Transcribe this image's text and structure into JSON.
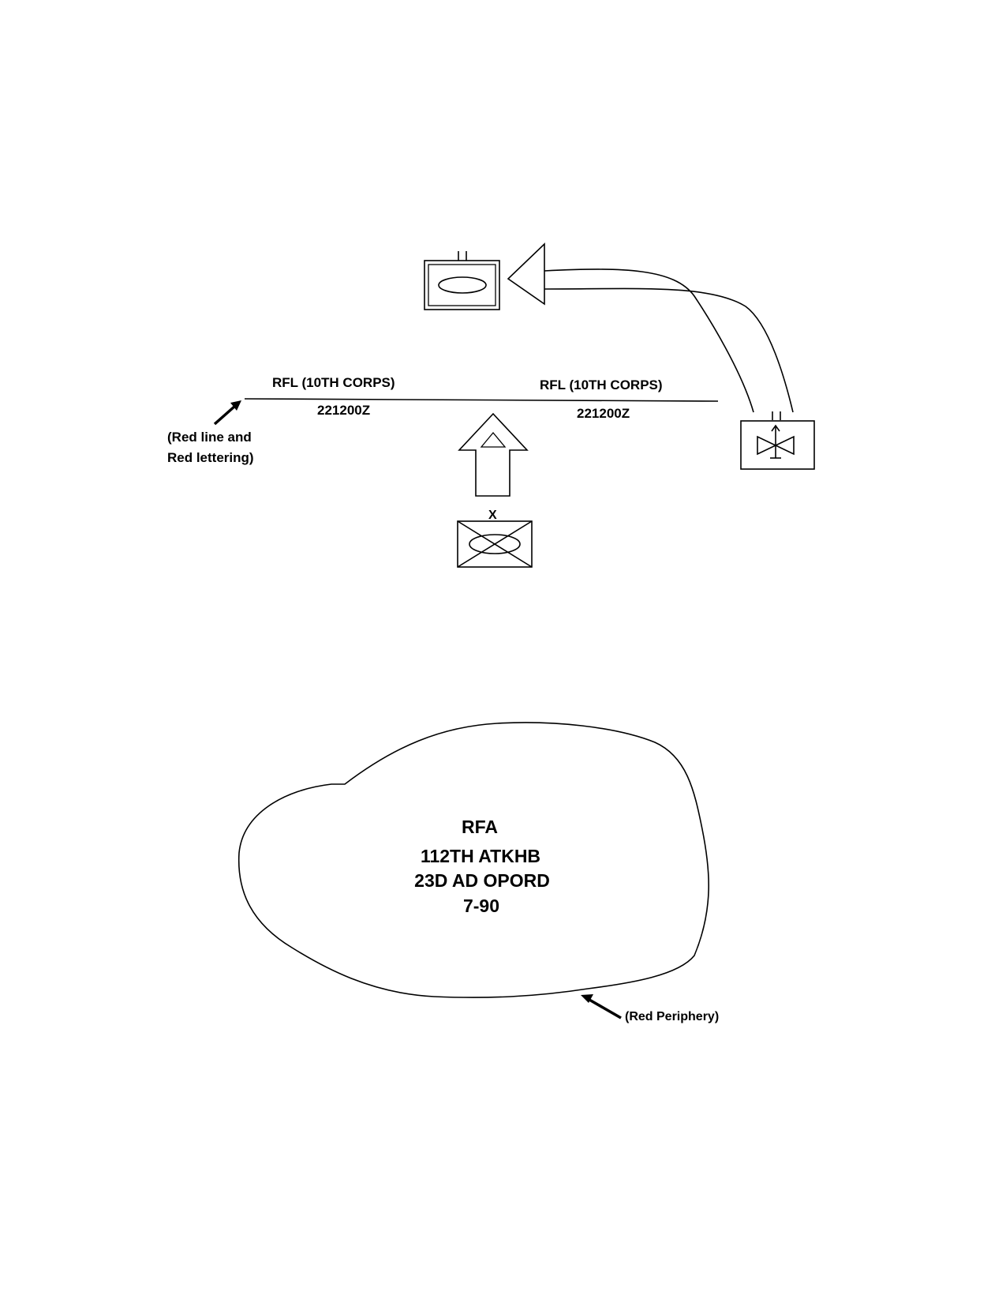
{
  "rfl_section": {
    "label_left": "RFL (10TH CORPS)",
    "label_right": "RFL (10TH CORPS)",
    "dtg_left": "221200Z",
    "dtg_right": "221200Z",
    "note_line1": "(Red line and",
    "note_line2": "Red lettering)"
  },
  "units": {
    "brigade_size_marker": "X"
  },
  "rfa_section": {
    "title": "RFA",
    "line1": "112TH ATKHB",
    "line2": "23D AD OPORD",
    "line3": "7-90",
    "note": "(Red Periphery)"
  },
  "icons": {
    "top_unit": "armor-unit-symbol-icon",
    "right_unit": "signal-radar-unit-symbol-icon",
    "bottom_unit": "armor-brigade-symbol-icon",
    "arrows": [
      "curved-axis-arrow-icon",
      "straight-up-arrow-icon",
      "pointer-arrow-icon"
    ]
  }
}
